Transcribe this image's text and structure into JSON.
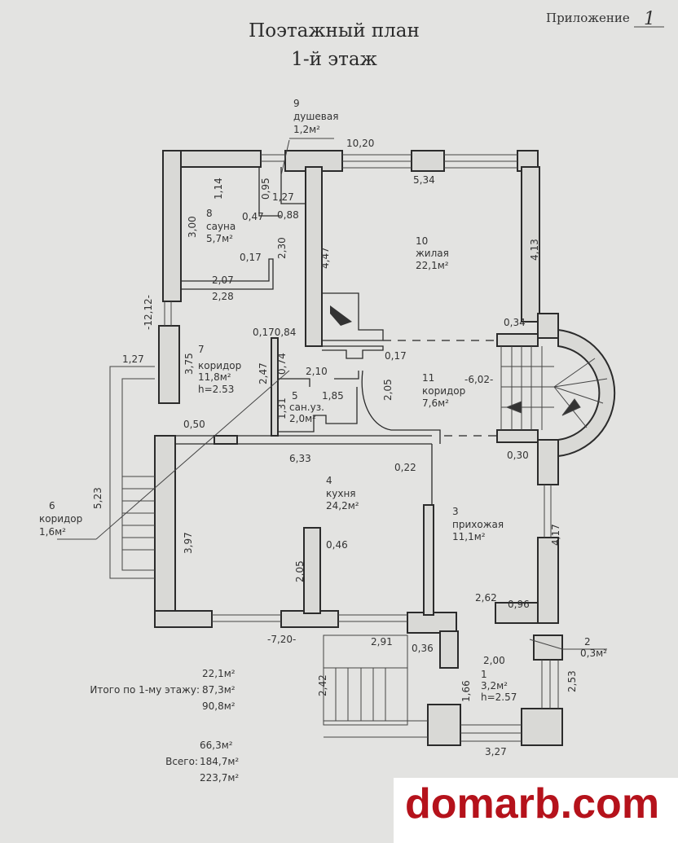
{
  "header": {
    "title": "Поэтажный план",
    "subtitle": "1-й этаж",
    "appendix_label": "Приложение",
    "appendix_number": "1"
  },
  "rooms": [
    {
      "num": "1",
      "name": "",
      "area": "3,2м²",
      "height": "h=2.57"
    },
    {
      "num": "2",
      "area": "0,3м²"
    },
    {
      "num": "3",
      "name": "прихожая",
      "area": "11,1м²"
    },
    {
      "num": "4",
      "name": "кухня",
      "area": "24,2м²"
    },
    {
      "num": "5",
      "name": "сан.уз.",
      "area": "2,0м²"
    },
    {
      "num": "6",
      "name": "коридор",
      "area": "1,6м²"
    },
    {
      "num": "7",
      "name": "коридор",
      "area": "11,8м²",
      "height": "h=2.53"
    },
    {
      "num": "8",
      "name": "сауна",
      "area": "5,7м²"
    },
    {
      "num": "9",
      "name": "душевая",
      "area": "1,2м²"
    },
    {
      "num": "10",
      "name": "жилая",
      "area": "22,1м²"
    },
    {
      "num": "11",
      "name": "коридор",
      "area": "7,6м²"
    }
  ],
  "dimensions": [
    "10,20",
    "5,34",
    "1,14",
    "0,95",
    "3,00",
    "1,27",
    "0,47",
    "0,88",
    "2,30",
    "4,47",
    "0,17",
    "2,07",
    "2,28",
    "4,13",
    "-12,12-",
    "0,170,84",
    "0,34",
    "0,17",
    "3,75",
    "2,47",
    "0,74",
    "2,10",
    "1,27",
    "-6,02-",
    "1,85",
    "2,05",
    "1,31",
    "0,50",
    "0,30",
    "6,33",
    "0,22",
    "5,23",
    "3,97",
    "0,46",
    "2,05",
    "4,17",
    "2,62",
    "0,96",
    "-7,20-",
    "2,91",
    "0,36",
    "2,00",
    "2,42",
    "1,66",
    "2,53",
    "3,27"
  ],
  "totals": {
    "floor_label": "Итого по 1-му этажу:",
    "floor_values": [
      "22,1м²",
      "87,3м²",
      "90,8м²"
    ],
    "all_label": "Всего:",
    "all_values": [
      "66,3м²",
      "184,7м²",
      "223,7м²"
    ]
  },
  "watermark": "domarb.com"
}
